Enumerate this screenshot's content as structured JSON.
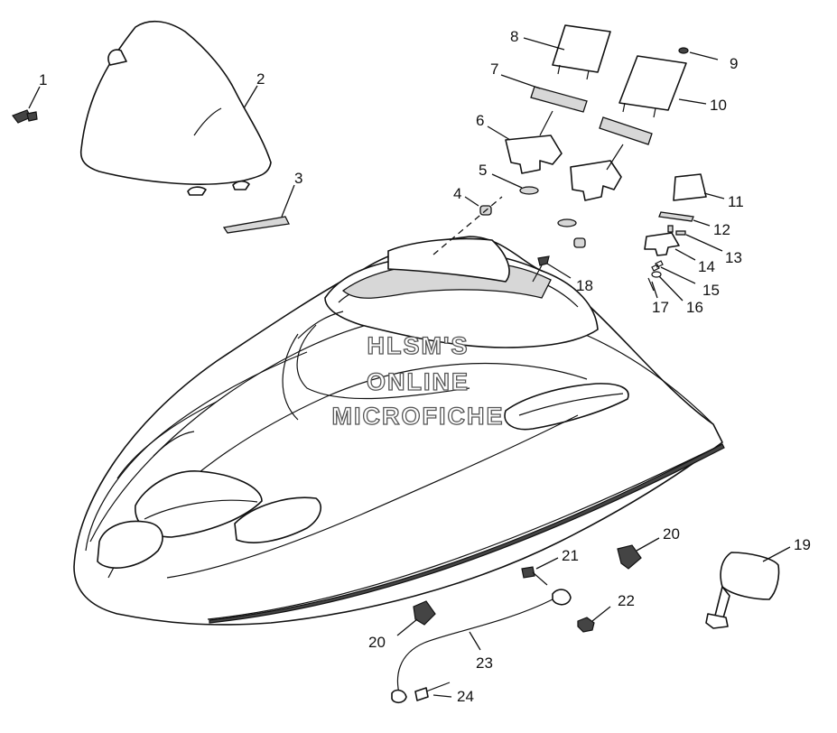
{
  "diagram": {
    "watermark": [
      "HLSM'S",
      "ONLINE",
      "MICROFICHE"
    ],
    "callouts": [
      "1",
      "2",
      "3",
      "4",
      "5",
      "6",
      "7",
      "8",
      "9",
      "10",
      "11",
      "12",
      "13",
      "14",
      "15",
      "16",
      "17",
      "18",
      "19",
      "20",
      "20",
      "21",
      "22",
      "23",
      "24"
    ]
  }
}
